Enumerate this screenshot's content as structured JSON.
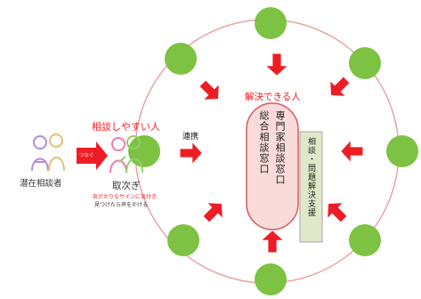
{
  "colors": {
    "ring": "#e8a3a3",
    "node": "#7dc242",
    "arrow": "#ee1c25",
    "capsule_fill": "#fbdada",
    "capsule_border": "#d85a5a",
    "red_text": "#ee1c25",
    "box_fill": "#dfe8c8",
    "box_border": "#a6a6a6",
    "person_pink": "#f07ab4",
    "person_green": "#8fcf66",
    "person_purple": "#b58ad8",
    "person_tan": "#e0c07a"
  },
  "icons": [
    "person-pair-icon",
    "person-pair-icon",
    "arrow-icon",
    "circle-node-icon"
  ],
  "labels": {
    "left_group": "潜在相談者",
    "tsunagu": "つなぐ",
    "mid_heading": "相談しやすい人",
    "mid_group": "取次ぎ",
    "mid_note_line1": "気がかりなサインに気付き",
    "mid_note_line2": "見つけたら声をかける",
    "renkei": "連携",
    "center_heading": "解決できる人",
    "capsule_col1": "専門家相談窓口",
    "capsule_col2": "総合相談窓口",
    "side_box": "相談・問題解決支援"
  }
}
